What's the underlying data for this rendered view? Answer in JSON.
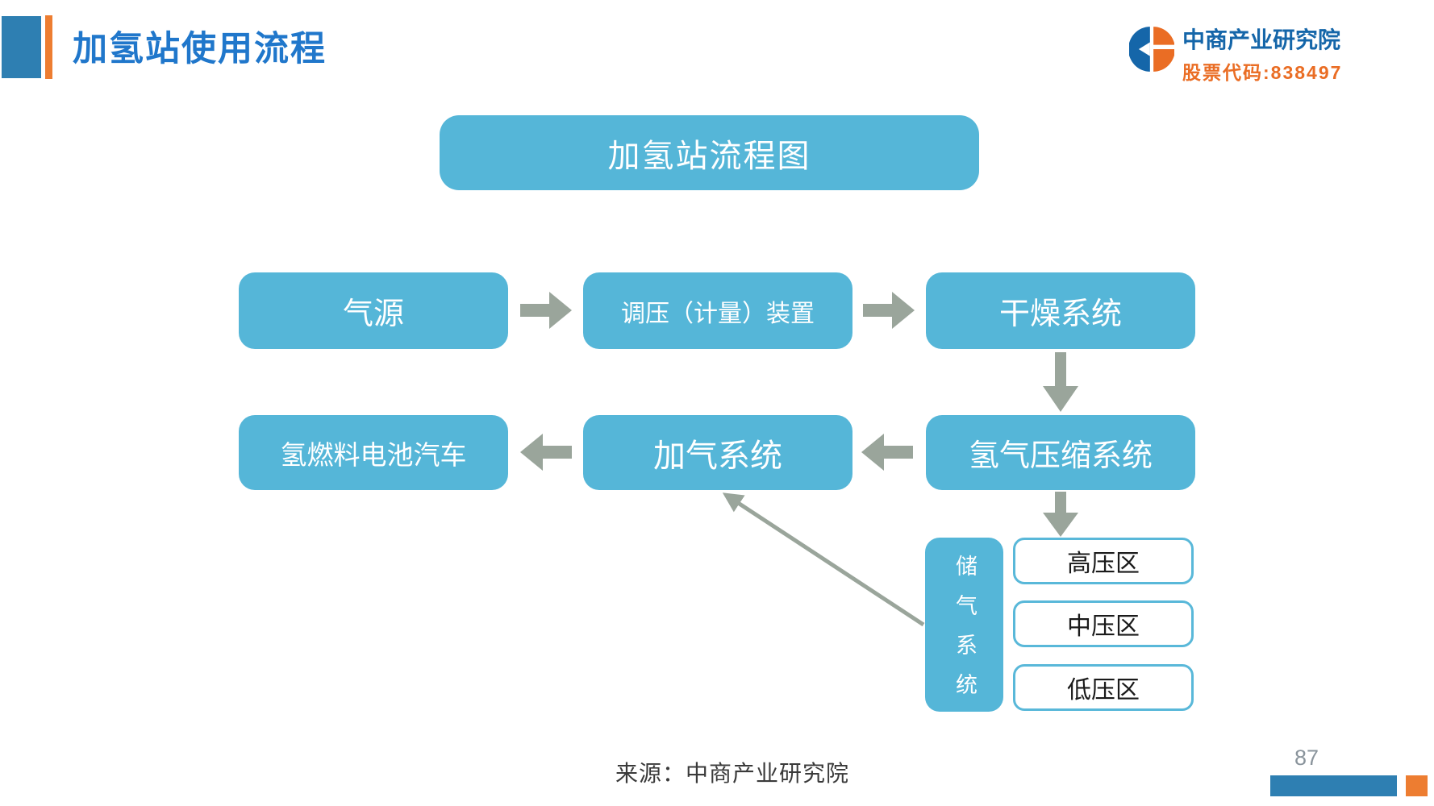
{
  "slide": {
    "header": {
      "title": "加氢站使用流程",
      "logo_name": "中商产业研究院",
      "logo_stock_code": "股票代码:838497"
    },
    "diagram": {
      "main_title": "加氢站流程图",
      "nodes": {
        "gas_source": "气源",
        "regulating_device": "调压（计量）装置",
        "drying_system": "干燥系统",
        "fuel_cell_vehicle": "氢燃料电池汽车",
        "refueling_system": "加气系统",
        "compression_system": "氢气压缩系统",
        "storage_system": "储气系统",
        "high_pressure_zone": "高压区",
        "medium_pressure_zone": "中压区",
        "low_pressure_zone": "低压区"
      }
    },
    "footer": {
      "source": "来源：中商产业研究院",
      "page_number": "87"
    },
    "colors": {
      "node_blue": "#55b6d8",
      "pressure_border_blue": "#59b8d9",
      "arrow_gray": "#9aa59b",
      "title_blue": "#2077cb",
      "accent_bar_blue": "#2e7fb2",
      "accent_bar_orange": "#ed7d31",
      "logo_text_blue": "#1566a9",
      "logo_text_orange": "#ea6d24"
    }
  }
}
